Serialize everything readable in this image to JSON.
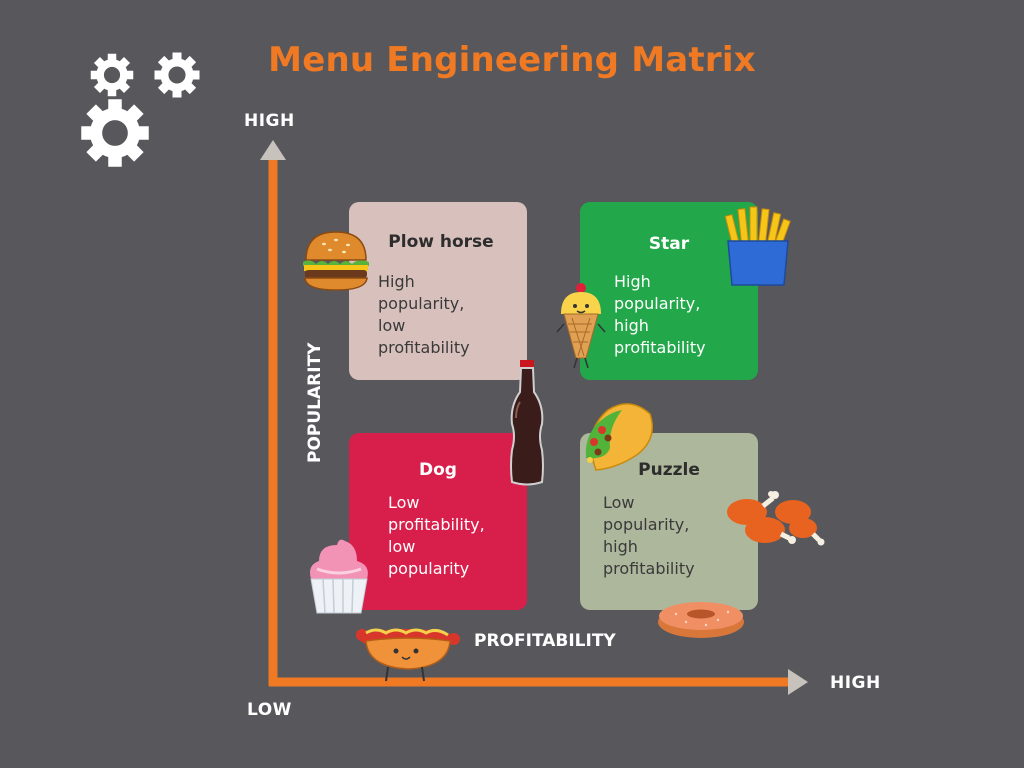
{
  "title": "Menu Engineering Matrix",
  "colors": {
    "background": "#58575c",
    "accent": "#f07a24",
    "arrowhead": "#c8c2bd",
    "plow_horse": "#d8c0bd",
    "star": "#22a84a",
    "dog": "#d81f4c",
    "puzzle": "#adb79c"
  },
  "axes": {
    "y_high": "HIGH",
    "x_high": "HIGH",
    "origin_low": "LOW",
    "y_label": "POPULARITY",
    "x_label": "PROFITABILITY"
  },
  "quadrants": {
    "plow_horse": {
      "title": "Plow horse",
      "lines": [
        "High",
        "popularity,",
        "low",
        "profitability"
      ]
    },
    "star": {
      "title": "Star",
      "lines": [
        "High",
        "popularity,",
        "high",
        "profitability"
      ]
    },
    "dog": {
      "title": "Dog",
      "lines": [
        "Low",
        "profitability,",
        "low",
        "popularity"
      ]
    },
    "puzzle": {
      "title": "Puzzle",
      "lines": [
        "Low",
        "popularity,",
        "high",
        "profitability"
      ]
    }
  },
  "icons": [
    "gears-icon",
    "burger-icon",
    "fries-icon",
    "ice-cream-icon",
    "cola-bottle-icon",
    "taco-icon",
    "chicken-drumsticks-icon",
    "cupcake-icon",
    "hotdog-icon",
    "donut-icon"
  ]
}
